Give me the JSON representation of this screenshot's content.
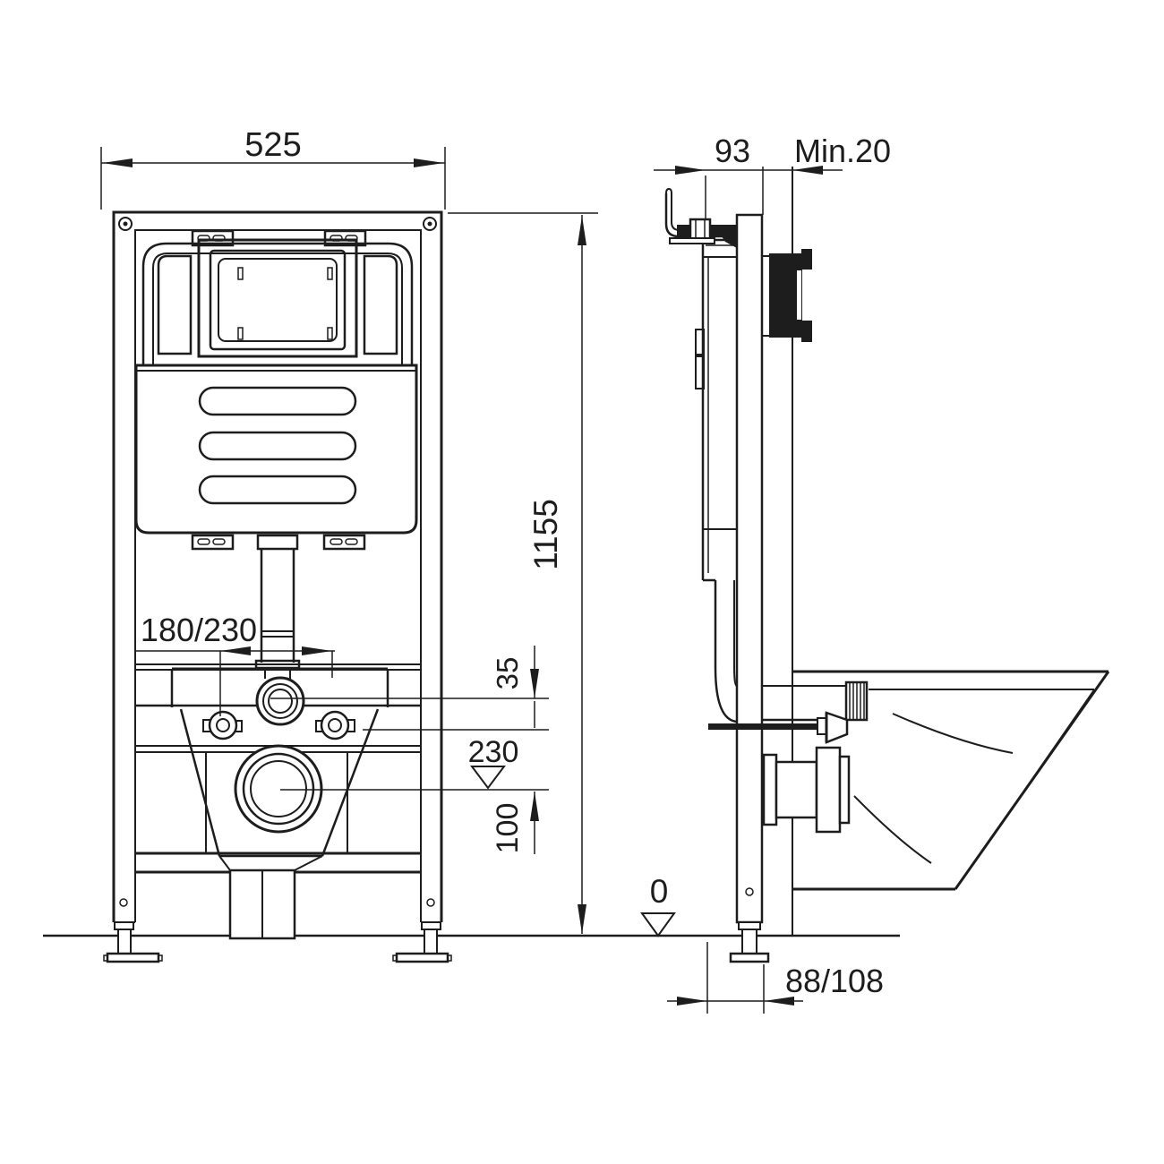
{
  "drawing": {
    "kind": "technical installation drawing",
    "subject": "wall-hung WC concealed cistern frame, front and side views",
    "colors": {
      "line": "#1d1d1d",
      "background": "#ffffff"
    },
    "front": {
      "width": "525",
      "height": "1155",
      "bolt_spacing": "180/230",
      "inlet_to_bolts": "35",
      "drain_height": "230",
      "bolts_to_drain": "100"
    },
    "side": {
      "frame_depth": "93",
      "wall_min": "Min.20",
      "floor_level": "0",
      "outlet_depth": "88/108"
    }
  }
}
